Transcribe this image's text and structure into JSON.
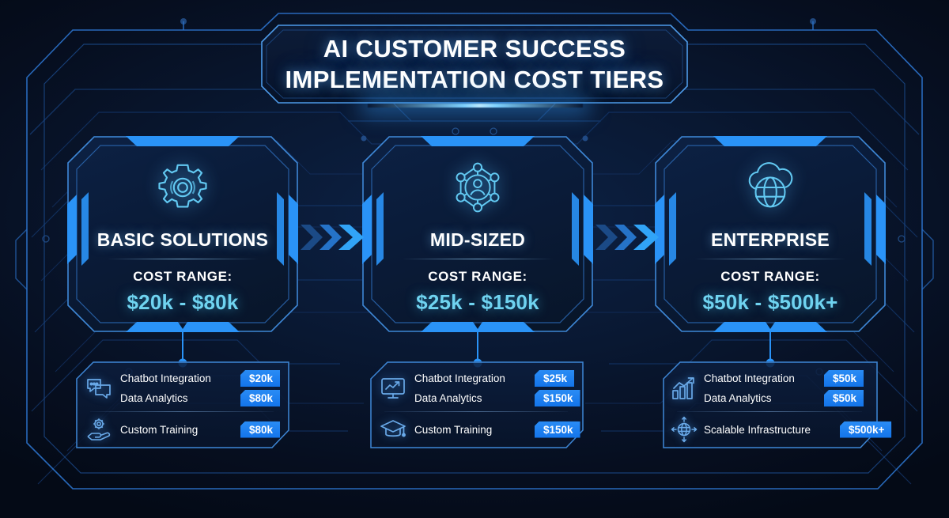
{
  "header": {
    "title_line1": "AI CUSTOMER SUCCESS",
    "title_line2": "IMPLEMENTATION COST TIERS"
  },
  "theme": {
    "accent_blue": "#1E8CF5",
    "accent_cyan": "#6FD3F0",
    "bg_dark": "#060D1C",
    "panel_blue": "#0C2144",
    "text_white": "#FFFFFF",
    "badge_blue": "#2A8CF5"
  },
  "cost_label": "COST RANGE:",
  "tiers": [
    {
      "name": "BASIC SOLUTIONS",
      "icon": "gear-icon",
      "cost_label": "COST RANGE:",
      "cost_range": "$20k - $80k",
      "details": {
        "group1": {
          "icon": "chat-bubbles-icon",
          "rows": [
            {
              "label": "Chatbot Integration",
              "price": "$20k"
            },
            {
              "label": "Data Analytics",
              "price": "$80k"
            }
          ]
        },
        "group2": {
          "icon": "hand-gear-icon",
          "rows": [
            {
              "label": "Custom Training",
              "price": "$80k"
            }
          ]
        }
      }
    },
    {
      "name": "MID-SIZED",
      "icon": "network-user-icon",
      "cost_label": "COST RANGE:",
      "cost_range": "$25k - $150k",
      "details": {
        "group1": {
          "icon": "monitor-chart-icon",
          "rows": [
            {
              "label": "Chatbot Integration",
              "price": "$25k"
            },
            {
              "label": "Data Analytics",
              "price": "$150k"
            }
          ]
        },
        "group2": {
          "icon": "graduation-cap-icon",
          "rows": [
            {
              "label": "Custom Training",
              "price": "$150k"
            }
          ]
        }
      }
    },
    {
      "name": "ENTERPRISE",
      "icon": "cloud-globe-icon",
      "cost_label": "COST RANGE:",
      "cost_range": "$50k - $500k+",
      "details": {
        "group1": {
          "icon": "bar-chart-growth-icon",
          "rows": [
            {
              "label": "Chatbot Integration",
              "price": "$50k"
            },
            {
              "label": "Data Analytics",
              "price": "$50k"
            }
          ]
        },
        "group2": {
          "icon": "globe-arrows-icon",
          "rows": [
            {
              "label": "Scalable Infrastructure",
              "price": "$500k+"
            }
          ]
        }
      }
    }
  ],
  "arrows": [
    {
      "name": "chevron-arrow-1-to-2"
    },
    {
      "name": "chevron-arrow-2-to-3"
    }
  ]
}
